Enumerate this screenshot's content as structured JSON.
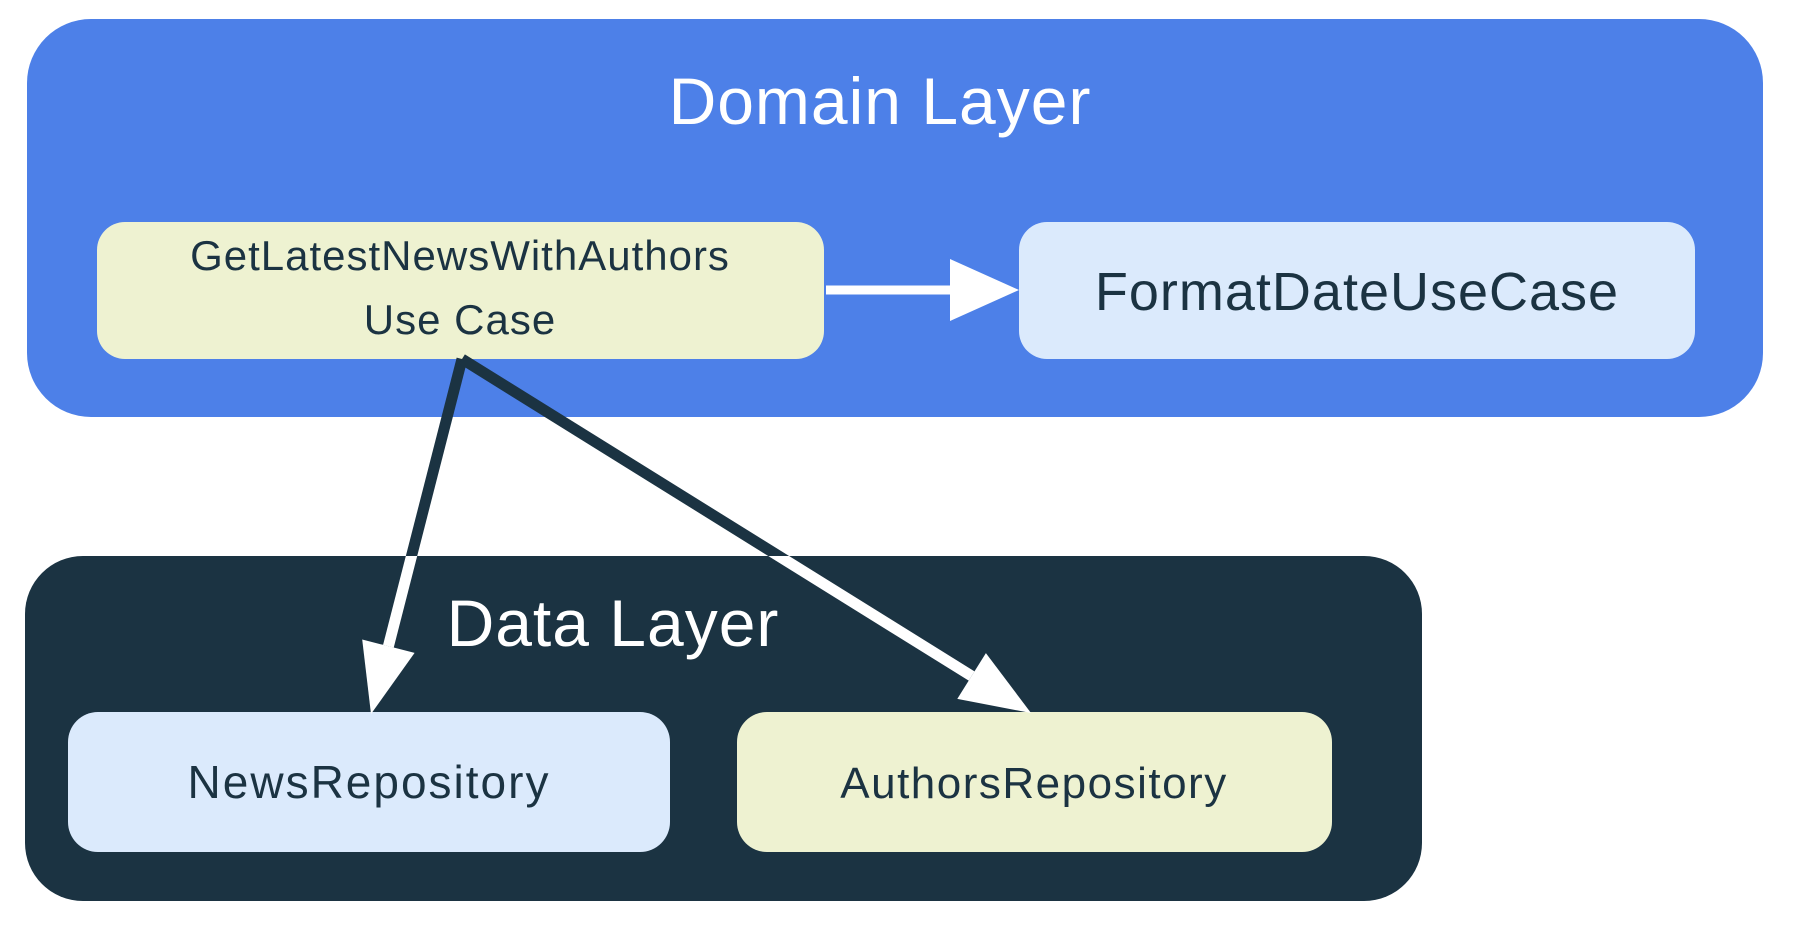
{
  "colors": {
    "background": "#ffffff",
    "domain_blue": "#4d80e8",
    "data_navy": "#1b3342",
    "box_cream": "#eef2d1",
    "box_light_blue": "#dbeafc",
    "label_dark": "#1b3342",
    "title_white": "#ffffff",
    "arrow_white": "#ffffff",
    "arrow_dark": "#1b3342"
  },
  "domain_layer": {
    "title": "Domain Layer",
    "use_case_box": {
      "line1": "GetLatestNewsWithAuthors",
      "line2": "Use Case"
    },
    "format_date_box": {
      "label": "FormatDateUseCase"
    }
  },
  "data_layer": {
    "title": "Data Layer",
    "news_repository_box": {
      "label": "NewsRepository"
    },
    "authors_repository_box": {
      "label": "AuthorsRepository"
    }
  }
}
